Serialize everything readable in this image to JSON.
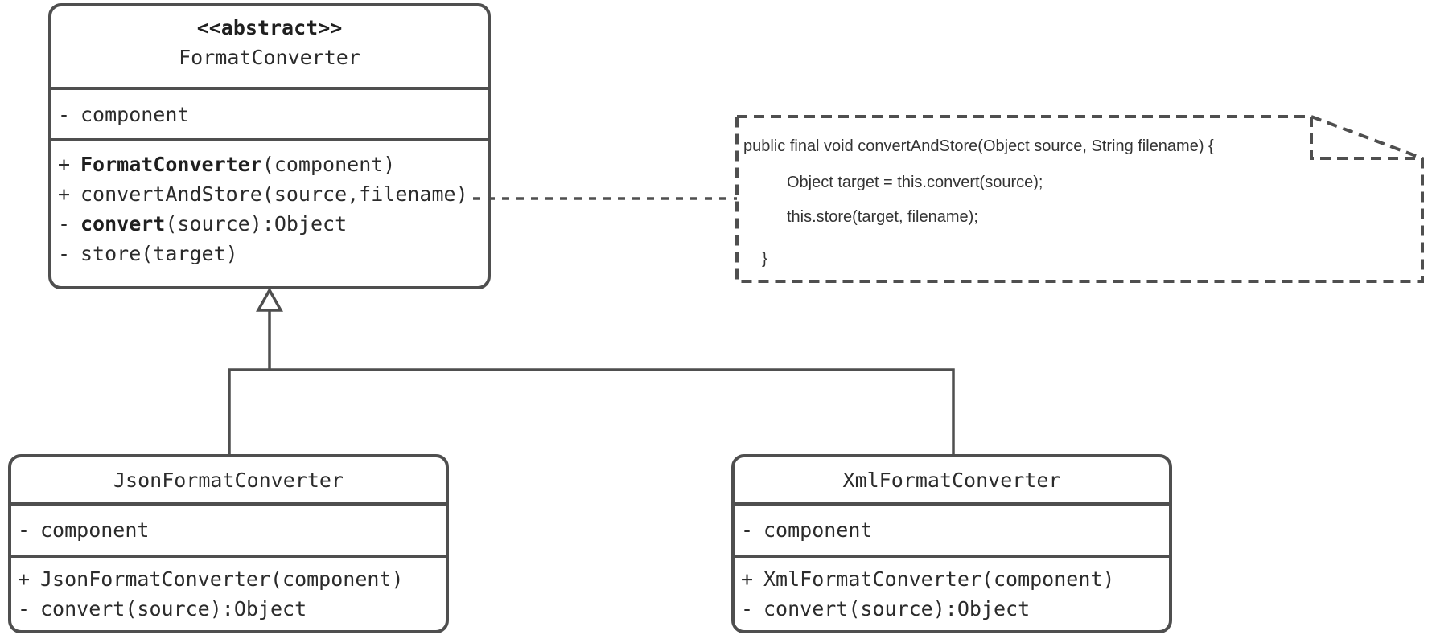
{
  "diagram": {
    "colors": {
      "line": "#4f4f4f",
      "text": "#2b2b2b",
      "note_text": "#333333",
      "background": "#ffffff"
    },
    "classes": {
      "format_converter": {
        "stereotype": "<<abstract>>",
        "name": "FormatConverter",
        "attributes": [
          {
            "sign": "-",
            "text": "component"
          }
        ],
        "methods": [
          {
            "sign": "+",
            "bold": "FormatConverter",
            "text": "(component)"
          },
          {
            "sign": "+",
            "bold": "",
            "text": "convertAndStore(source,filename)"
          },
          {
            "sign": "-",
            "bold": "convert",
            "text": "(source):Object"
          },
          {
            "sign": "-",
            "bold": "",
            "text": "store(target)"
          }
        ]
      },
      "json_format_converter": {
        "name": "JsonFormatConverter",
        "attributes": [
          {
            "sign": "-",
            "text": "component"
          }
        ],
        "methods": [
          {
            "sign": "+",
            "bold": "",
            "text": "JsonFormatConverter(component)"
          },
          {
            "sign": "-",
            "bold": "",
            "text": "convert(source):Object"
          }
        ]
      },
      "xml_format_converter": {
        "name": "XmlFormatConverter",
        "attributes": [
          {
            "sign": "-",
            "text": "component"
          }
        ],
        "methods": [
          {
            "sign": "+",
            "bold": "",
            "text": "XmlFormatConverter(component)"
          },
          {
            "sign": "-",
            "bold": "",
            "text": "convert(source):Object"
          }
        ]
      }
    },
    "note": {
      "lines": [
        "public final void convertAndStore(Object source, String filename) {",
        "Object target = this.convert(source);",
        "this.store(target, filename);",
        "}"
      ]
    },
    "relationships": {
      "inheritance": "JsonFormatConverter and XmlFormatConverter extend FormatConverter",
      "note_anchor": "convertAndStore(source,filename)"
    }
  }
}
